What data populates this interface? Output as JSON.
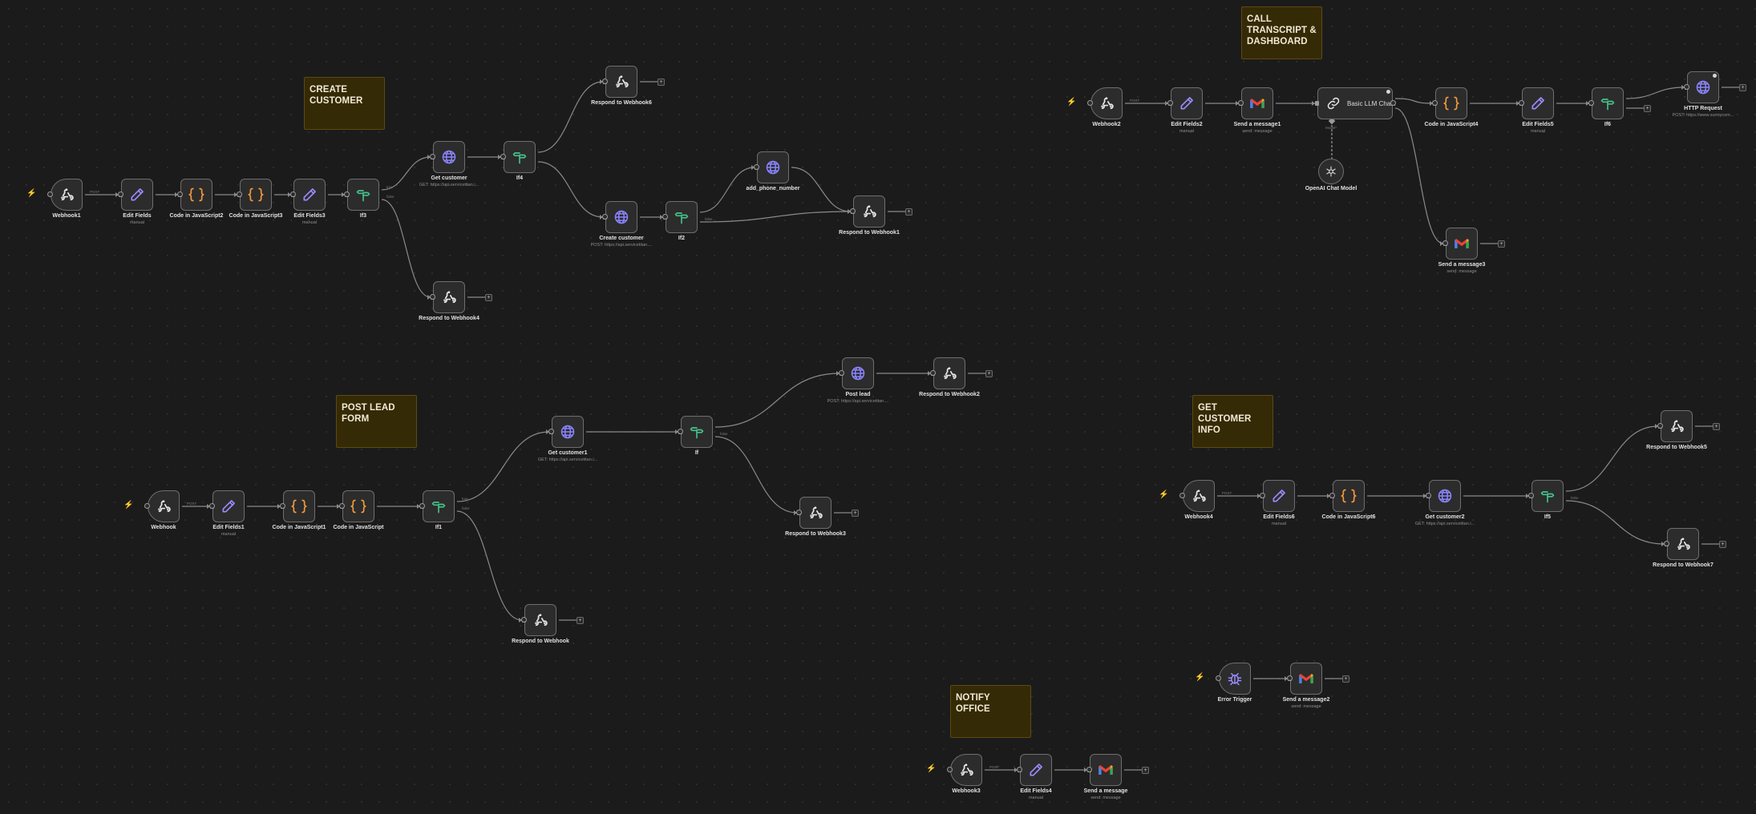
{
  "colors": {
    "background": "#1b1b1b",
    "node_border": "#6e6e6e",
    "sticky": "#352a06",
    "trigger_bolt": "#ff6d3f",
    "code_icon": "#f59a3b",
    "edit_icon": "#9a8cff",
    "http_icon": "#8b84ff",
    "if_icon": "#44c08a"
  },
  "stickies": [
    {
      "id": "create-customer",
      "title": "CREATE CUSTOMER"
    },
    {
      "id": "call-transcript",
      "title": "CALL TRANSCRIPT & DASHBOARD"
    },
    {
      "id": "post-lead-form",
      "title": "POST LEAD FORM"
    },
    {
      "id": "get-customer-info",
      "title": "GET CUSTOMER INFO"
    },
    {
      "id": "notify-office",
      "title": "NOTIFY OFFICE"
    }
  ],
  "nodes": [
    {
      "id": "webhook1",
      "label": "Webhook1",
      "sub": "",
      "icon": "webhook-icon"
    },
    {
      "id": "editfields",
      "label": "Edit Fields",
      "sub": "manual",
      "icon": "pencil-icon"
    },
    {
      "id": "codejs2",
      "label": "Code in JavaScript2",
      "sub": "",
      "icon": "code-icon"
    },
    {
      "id": "codejs3",
      "label": "Code in JavaScript3",
      "sub": "",
      "icon": "code-icon"
    },
    {
      "id": "editfields3",
      "label": "Edit Fields3",
      "sub": "manual",
      "icon": "pencil-icon"
    },
    {
      "id": "if3",
      "label": "If3",
      "sub": "",
      "icon": "if-icon"
    },
    {
      "id": "getcustomer",
      "label": "Get customer",
      "sub": "GET: https://api.servicetitan.i...",
      "icon": "globe-icon"
    },
    {
      "id": "if4",
      "label": "If4",
      "sub": "",
      "icon": "if-icon"
    },
    {
      "id": "respond6",
      "label": "Respond to Webhook6",
      "sub": "",
      "icon": "webhook-icon"
    },
    {
      "id": "createcustomer",
      "label": "Create customer",
      "sub": "POST: https://api.servicetitan....",
      "icon": "globe-icon"
    },
    {
      "id": "if2",
      "label": "If2",
      "sub": "",
      "icon": "if-icon"
    },
    {
      "id": "addphone",
      "label": "add_phone_number",
      "sub": "",
      "icon": "globe-icon"
    },
    {
      "id": "respond1",
      "label": "Respond to Webhook1",
      "sub": "",
      "icon": "webhook-icon"
    },
    {
      "id": "respond4",
      "label": "Respond to Webhook4",
      "sub": "",
      "icon": "webhook-icon"
    },
    {
      "id": "webhook2",
      "label": "Webhook2",
      "sub": "",
      "icon": "webhook-icon"
    },
    {
      "id": "editfields2",
      "label": "Edit Fields2",
      "sub": "manual",
      "icon": "pencil-icon"
    },
    {
      "id": "sendmsg1",
      "label": "Send a message1",
      "sub": "send: message",
      "icon": "gmail-icon"
    },
    {
      "id": "llmchain",
      "label": "Basic LLM Chain",
      "sub": "",
      "icon": "link-icon"
    },
    {
      "id": "openai",
      "label": "OpenAI Chat Model",
      "sub": "",
      "icon": "openai-icon"
    },
    {
      "id": "codejs4",
      "label": "Code in JavaScript4",
      "sub": "",
      "icon": "code-icon"
    },
    {
      "id": "editfields5",
      "label": "Edit Fields5",
      "sub": "manual",
      "icon": "pencil-icon"
    },
    {
      "id": "if6",
      "label": "If6",
      "sub": "",
      "icon": "if-icon"
    },
    {
      "id": "httprequest",
      "label": "HTTP Request",
      "sub": "POST: https://www.sunnycom...",
      "icon": "globe-icon"
    },
    {
      "id": "sendmsg3",
      "label": "Send a message3",
      "sub": "send: message",
      "icon": "gmail-icon"
    },
    {
      "id": "webhook",
      "label": "Webhook",
      "sub": "",
      "icon": "webhook-icon"
    },
    {
      "id": "editfields1",
      "label": "Edit Fields1",
      "sub": "manual",
      "icon": "pencil-icon"
    },
    {
      "id": "codejs1",
      "label": "Code in JavaScript1",
      "sub": "",
      "icon": "code-icon"
    },
    {
      "id": "codejs",
      "label": "Code in JavaScript",
      "sub": "",
      "icon": "code-icon"
    },
    {
      "id": "if1",
      "label": "If1",
      "sub": "",
      "icon": "if-icon"
    },
    {
      "id": "getcustomer1",
      "label": "Get customer1",
      "sub": "GET: https://api.servicetitan.i...",
      "icon": "globe-icon"
    },
    {
      "id": "if",
      "label": "If",
      "sub": "",
      "icon": "if-icon"
    },
    {
      "id": "postlead",
      "label": "Post lead",
      "sub": "POST: https://api.servicetitan....",
      "icon": "globe-icon"
    },
    {
      "id": "respond2",
      "label": "Respond to Webhook2",
      "sub": "",
      "icon": "webhook-icon"
    },
    {
      "id": "respond3",
      "label": "Respond to Webhook3",
      "sub": "",
      "icon": "webhook-icon"
    },
    {
      "id": "respond",
      "label": "Respond to Webhook",
      "sub": "",
      "icon": "webhook-icon"
    },
    {
      "id": "webhook4",
      "label": "Webhook4",
      "sub": "",
      "icon": "webhook-icon"
    },
    {
      "id": "editfields6",
      "label": "Edit Fields6",
      "sub": "manual",
      "icon": "pencil-icon"
    },
    {
      "id": "codejs6",
      "label": "Code in JavaScript6",
      "sub": "",
      "icon": "code-icon"
    },
    {
      "id": "getcustomer2",
      "label": "Get customer2",
      "sub": "GET: https://api.servicetitan.i...",
      "icon": "globe-icon"
    },
    {
      "id": "if5",
      "label": "If5",
      "sub": "",
      "icon": "if-icon"
    },
    {
      "id": "respond5",
      "label": "Respond to Webhook5",
      "sub": "",
      "icon": "webhook-icon"
    },
    {
      "id": "respond7",
      "label": "Respond to Webhook7",
      "sub": "",
      "icon": "webhook-icon"
    },
    {
      "id": "errortrigger",
      "label": "Error Trigger",
      "sub": "",
      "icon": "bug-icon"
    },
    {
      "id": "sendmsg2",
      "label": "Send a message2",
      "sub": "send: message",
      "icon": "gmail-icon"
    },
    {
      "id": "webhook3",
      "label": "Webhook3",
      "sub": "",
      "icon": "webhook-icon"
    },
    {
      "id": "editfields4",
      "label": "Edit Fields4",
      "sub": "manual",
      "icon": "pencil-icon"
    },
    {
      "id": "sendmsg",
      "label": "Send a message",
      "sub": "send: message",
      "icon": "gmail-icon"
    }
  ],
  "edge_labels": {
    "post": "POST",
    "true": "true",
    "false": "false",
    "model": "Model*"
  }
}
